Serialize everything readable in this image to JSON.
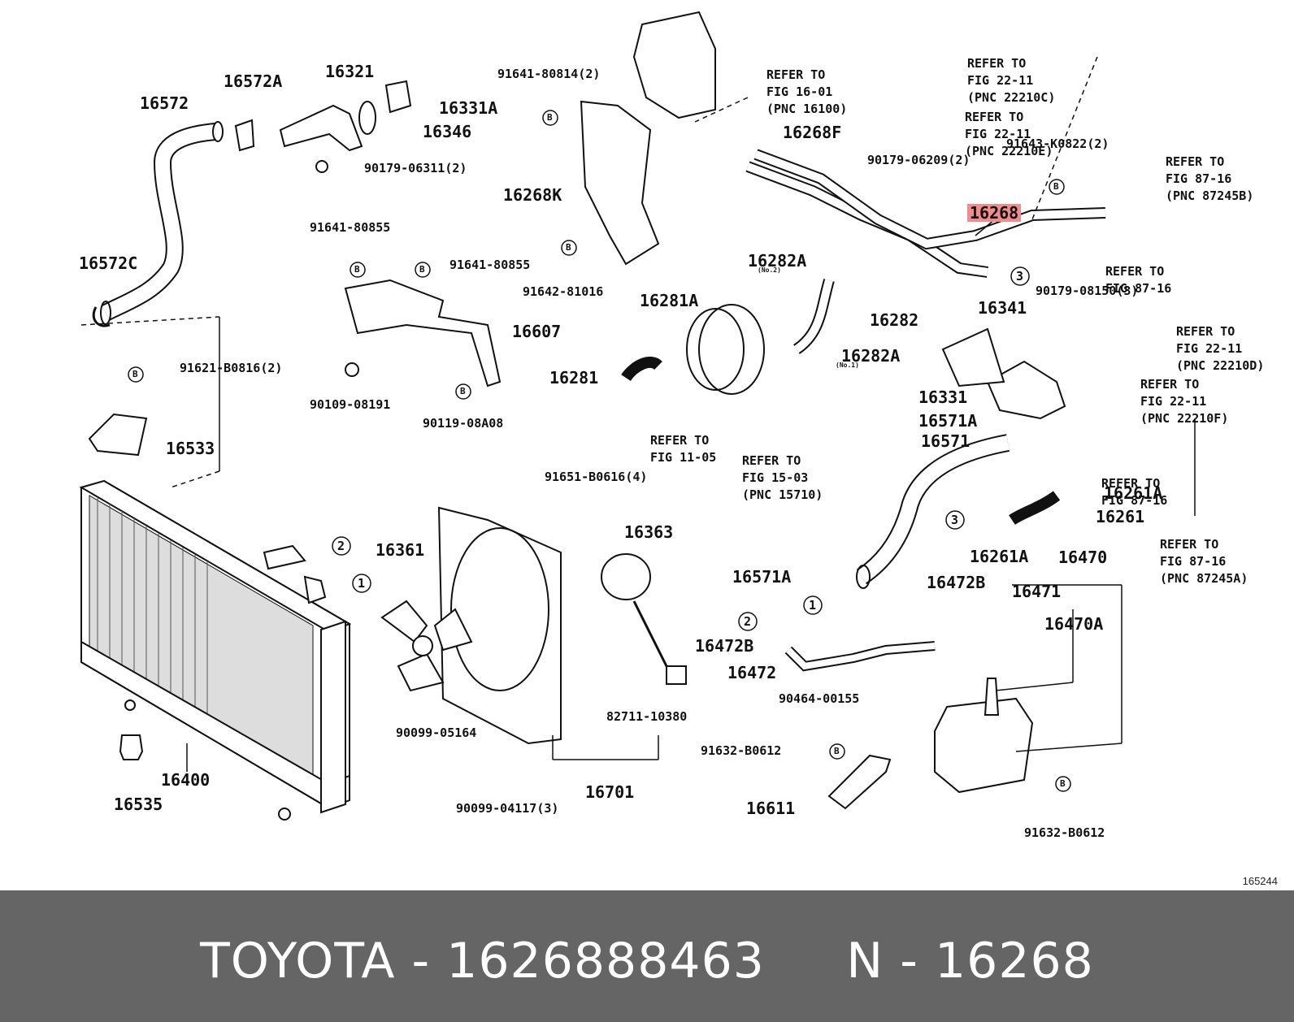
{
  "diagram": {
    "id": "165244",
    "highlight_part": "16268",
    "part_labels": [
      {
        "id": "16572",
        "text": "16572"
      },
      {
        "id": "16572A",
        "text": "16572A"
      },
      {
        "id": "16321",
        "text": "16321"
      },
      {
        "id": "16331A",
        "text": "16331A"
      },
      {
        "id": "16346",
        "text": "16346"
      },
      {
        "id": "90179-06311",
        "text": "90179-06311(2)"
      },
      {
        "id": "91641-80814",
        "text": "91641-80814(2)"
      },
      {
        "id": "16268K",
        "text": "16268K"
      },
      {
        "id": "16268F",
        "text": "16268F"
      },
      {
        "id": "90179-06209",
        "text": "90179-06209(2)"
      },
      {
        "id": "91643-K0822",
        "text": "91643-K0822(2)"
      },
      {
        "id": "16268",
        "text": "16268"
      },
      {
        "id": "16572C",
        "text": "16572C"
      },
      {
        "id": "91641-80855a",
        "text": "91641-80855"
      },
      {
        "id": "91641-80855b",
        "text": "91641-80855"
      },
      {
        "id": "91642-81016",
        "text": "91642-81016"
      },
      {
        "id": "16607",
        "text": "16607"
      },
      {
        "id": "16282A-top",
        "text": "16282A"
      },
      {
        "id": "16282",
        "text": "16282"
      },
      {
        "id": "16281A",
        "text": "16281A"
      },
      {
        "id": "16282A-bot",
        "text": "16282A"
      },
      {
        "id": "16281",
        "text": "16281"
      },
      {
        "id": "90179-08150",
        "text": "90179-08150(3)"
      },
      {
        "id": "16341",
        "text": "16341"
      },
      {
        "id": "91621-B0816",
        "text": "91621-B0816(2)"
      },
      {
        "id": "90109-08191",
        "text": "90109-08191"
      },
      {
        "id": "90119-08A08",
        "text": "90119-08A08"
      },
      {
        "id": "16331",
        "text": "16331"
      },
      {
        "id": "16571A-top",
        "text": "16571A"
      },
      {
        "id": "16571",
        "text": "16571"
      },
      {
        "id": "16533",
        "text": "16533"
      },
      {
        "id": "91651-B0616",
        "text": "91651-B0616(4)"
      },
      {
        "id": "16261A-top",
        "text": "16261A"
      },
      {
        "id": "16261",
        "text": "16261"
      },
      {
        "id": "16363",
        "text": "16363"
      },
      {
        "id": "16361",
        "text": "16361"
      },
      {
        "id": "16261A-bot",
        "text": "16261A"
      },
      {
        "id": "16470",
        "text": "16470"
      },
      {
        "id": "16571A-bot",
        "text": "16571A"
      },
      {
        "id": "16472B-top",
        "text": "16472B"
      },
      {
        "id": "16471",
        "text": "16471"
      },
      {
        "id": "16470A",
        "text": "16470A"
      },
      {
        "id": "16472B-left",
        "text": "16472B"
      },
      {
        "id": "16472",
        "text": "16472"
      },
      {
        "id": "90464-00155",
        "text": "90464-00155"
      },
      {
        "id": "90099-05164",
        "text": "90099-05164"
      },
      {
        "id": "82711-10380",
        "text": "82711-10380"
      },
      {
        "id": "91632-B0612-left",
        "text": "91632-B0612"
      },
      {
        "id": "16400",
        "text": "16400"
      },
      {
        "id": "16535",
        "text": "16535"
      },
      {
        "id": "16701",
        "text": "16701"
      },
      {
        "id": "16611",
        "text": "16611"
      },
      {
        "id": "90099-04117",
        "text": "90099-04117(3)"
      },
      {
        "id": "91632-B0612-right",
        "text": "91632-B0612"
      },
      {
        "id": "no2-a",
        "text": "(No.2)"
      },
      {
        "id": "no1-a",
        "text": "(No.1)"
      }
    ],
    "references": [
      {
        "id": "ref-16-01",
        "lines": [
          "REFER TO",
          "FIG 16-01",
          "(PNC 16100)"
        ]
      },
      {
        "id": "ref-22-11-c",
        "lines": [
          "REFER TO",
          "FIG 22-11",
          "(PNC 22210C)"
        ]
      },
      {
        "id": "ref-22-11-e",
        "lines": [
          "REFER TO",
          "FIG 22-11",
          "(PNC 22210E)"
        ]
      },
      {
        "id": "ref-87-16-b",
        "lines": [
          "REFER TO",
          "FIG 87-16",
          "(PNC 87245B)"
        ]
      },
      {
        "id": "ref-87-16-a1",
        "lines": [
          "REFER TO",
          "FIG 87-16"
        ]
      },
      {
        "id": "ref-22-11-d",
        "lines": [
          "REFER TO",
          "FIG 22-11",
          "(PNC 22210D)"
        ]
      },
      {
        "id": "ref-22-11-f",
        "lines": [
          "REFER TO",
          "FIG 22-11",
          "(PNC 22210F)"
        ]
      },
      {
        "id": "ref-11-05",
        "lines": [
          "REFER TO",
          "FIG 11-05"
        ]
      },
      {
        "id": "ref-15-03",
        "lines": [
          "REFER TO",
          "FIG 15-03",
          "(PNC 15710)"
        ]
      },
      {
        "id": "ref-87-16-a2",
        "lines": [
          "REFER TO",
          "FIG 87-16"
        ]
      },
      {
        "id": "ref-87-16-a",
        "lines": [
          "REFER TO",
          "FIG 87-16",
          "(PNC 87245A)"
        ]
      }
    ],
    "callouts": [
      "1",
      "2",
      "3"
    ],
    "bolt_symbol": "B"
  },
  "footer": {
    "brand": "TOYOTA",
    "part_number": "1626888463",
    "pnc": "N - 16268",
    "separator": " - ",
    "background": "#656565",
    "text_color": "#ffffff"
  },
  "colors": {
    "highlight": "#f08c8c",
    "line": "#111111"
  }
}
